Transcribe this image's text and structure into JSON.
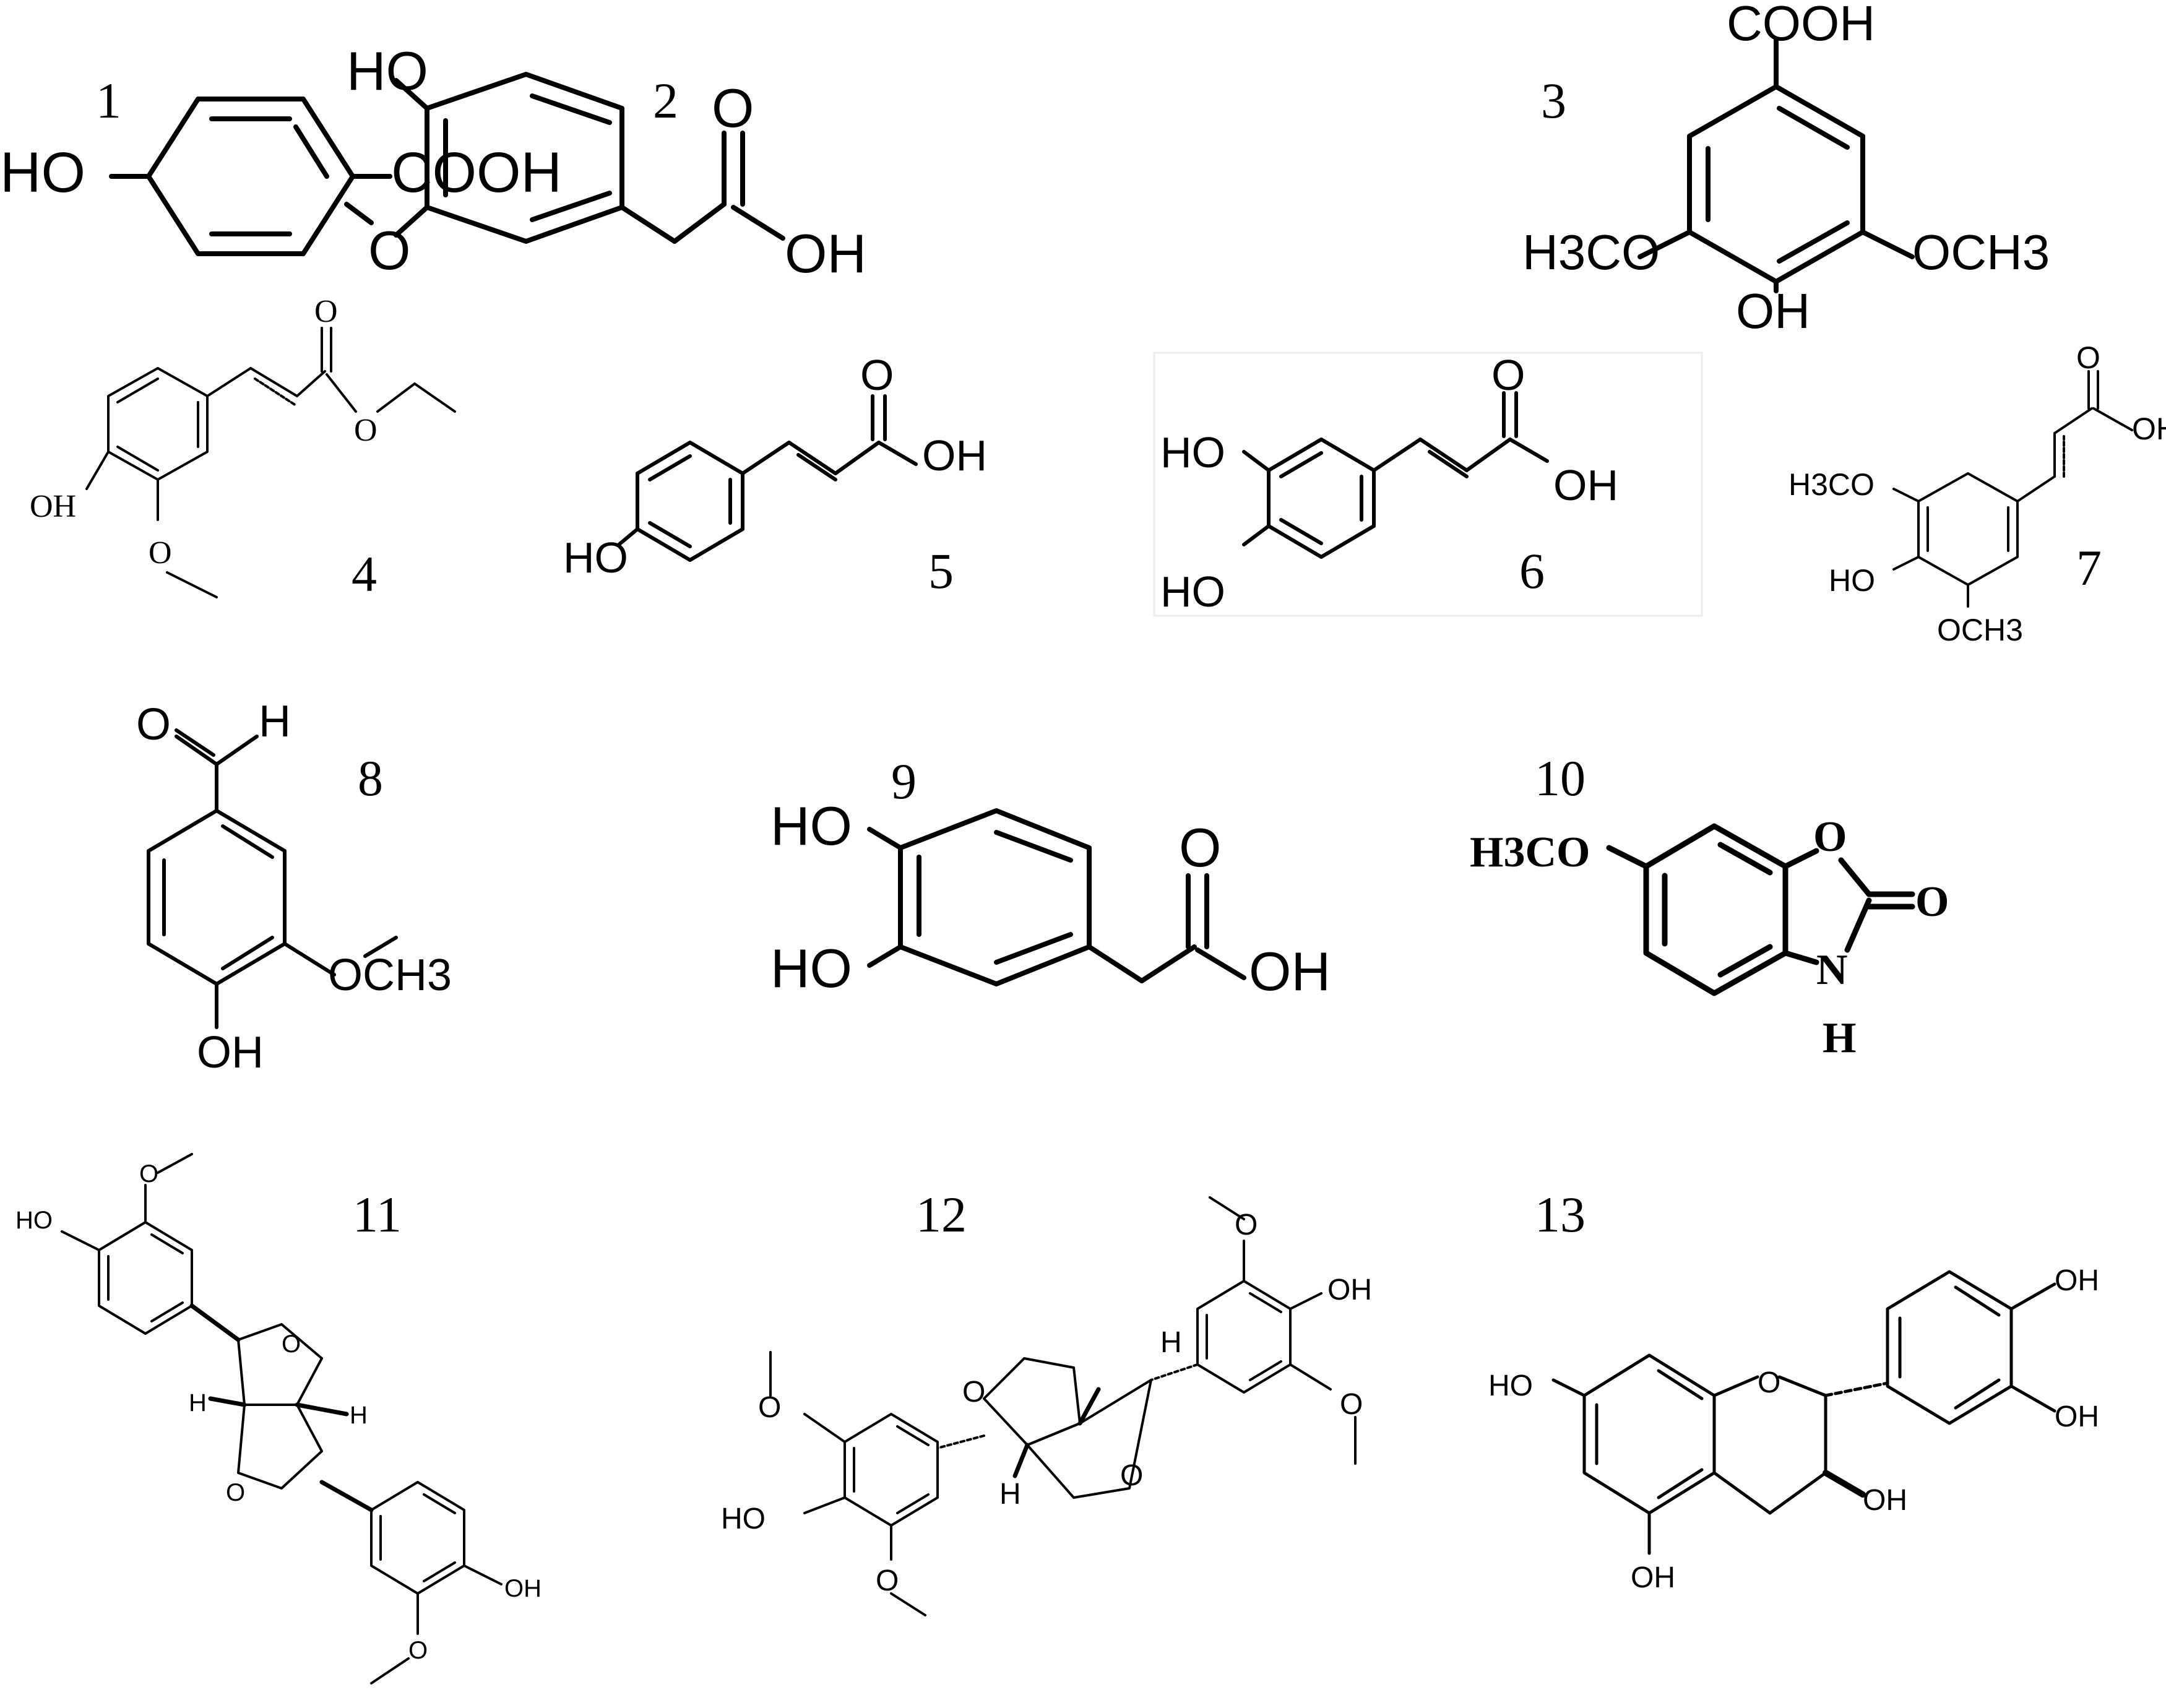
{
  "compounds": [
    {
      "number": "1",
      "labels": {
        "hydroxyl": "HO",
        "acid": "COOH"
      }
    },
    {
      "number": "2",
      "labels": {
        "hydroxyl": "HO",
        "oxo": "O",
        "acid_oh": "OH"
      }
    },
    {
      "number": "3",
      "labels": {
        "acid": "COOH",
        "methoxy_left": "H3CO",
        "methoxy_right": "OCH3",
        "hydroxyl": "OH"
      }
    },
    {
      "number": "4",
      "labels": {
        "oxo": "O",
        "ester_o": "O",
        "hydroxyl": "OH",
        "methoxy_o": "O"
      }
    },
    {
      "number": "5",
      "labels": {
        "oxo": "O",
        "acid_oh": "OH",
        "hydroxyl": "HO"
      }
    },
    {
      "number": "6",
      "labels": {
        "oxo": "O",
        "acid_oh": "OH",
        "hydroxyl_top": "HO",
        "hydroxyl_bottom": "HO"
      }
    },
    {
      "number": "7",
      "labels": {
        "oxo": "O",
        "acid_oh": "OH",
        "methoxy_top": "H3CO",
        "hydroxyl": "HO",
        "methoxy_bottom": "OCH3"
      }
    },
    {
      "number": "8",
      "labels": {
        "oxo": "O",
        "aldehyde_h": "H",
        "methoxy": "OCH3",
        "hydroxyl": "OH"
      }
    },
    {
      "number": "9",
      "labels": {
        "hydroxyl_top": "HO",
        "hydroxyl_bottom": "HO",
        "oxo": "O",
        "acid_oh": "OH"
      }
    },
    {
      "number": "10",
      "labels": {
        "methoxy": "H3CO",
        "ring_o": "O",
        "oxo": "O",
        "ring_n": "N",
        "nh_h": "H"
      }
    },
    {
      "number": "11",
      "labels": {
        "hydroxyl_top": "HO",
        "hydroxyl_bottom": "OH",
        "ring_o_top": "O",
        "ring_o_bottom": "O",
        "bridge_h_left": "H",
        "bridge_h_right": "H",
        "methoxy_o_top": "O",
        "methoxy_o_bottom": "O"
      }
    },
    {
      "number": "12",
      "labels": {
        "hydroxyl_right": "OH",
        "hydroxyl_left": "HO",
        "ring_o_left": "O",
        "ring_o_right": "O",
        "bridge_h_top": "H",
        "bridge_h_bottom": "H",
        "methoxy_o_1": "O",
        "methoxy_o_2": "O",
        "methoxy_o_3": "O",
        "methoxy_o_4": "O"
      }
    },
    {
      "number": "13",
      "labels": {
        "hydroxyl_a": "HO",
        "hydroxyl_b": "OH",
        "ring_o": "O",
        "hydroxyl_c": "OH",
        "hydroxyl_d": "OH",
        "hydroxyl_e": "OH"
      }
    }
  ]
}
